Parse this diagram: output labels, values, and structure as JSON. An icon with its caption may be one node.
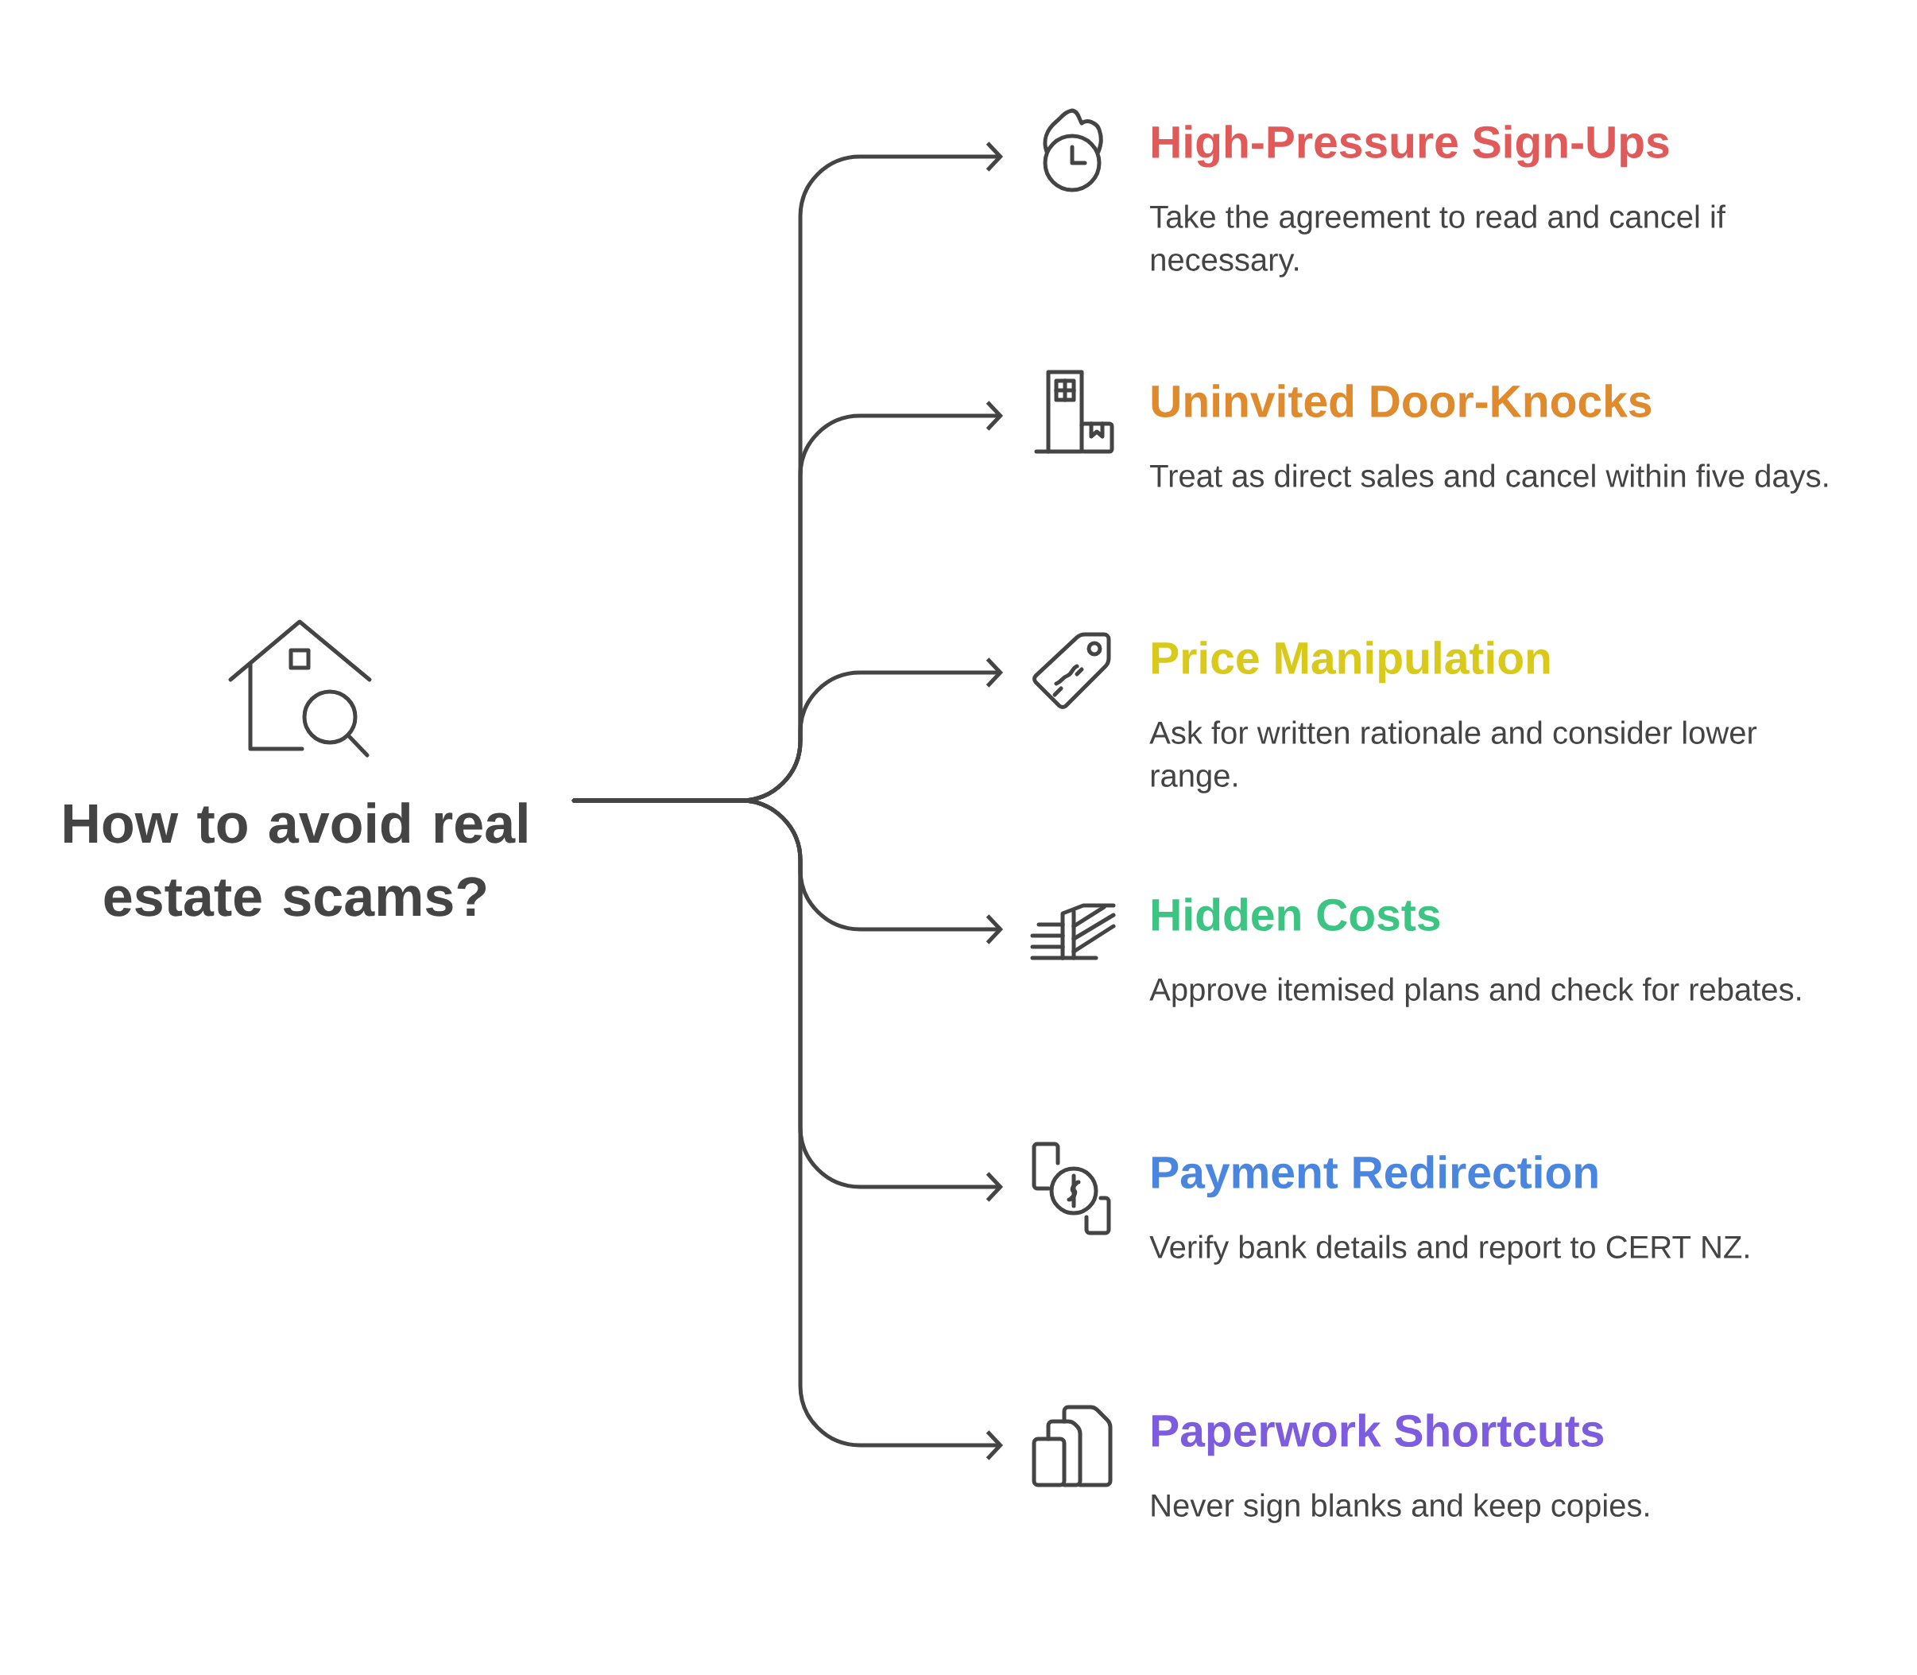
{
  "diagram": {
    "nodes": [
      {
        "text": [
          "How to avoid real estate scams?"
        ]
      },
      {
        "text": [
          "High-Pressure Sign-Ups",
          "Take the agreement to read and cancel if necessary."
        ]
      },
      {
        "text": [
          "Uninvited Door-Knocks",
          "Treat as direct sales and cancel within five days."
        ]
      },
      {
        "text": [
          "Price Manipulation",
          "Ask for written rationale and consider lower range."
        ]
      },
      {
        "text": [
          "Hidden Costs",
          "Approve itemised plans and check for rebates."
        ]
      },
      {
        "text": [
          "Payment Redirection",
          "Verify bank details and report to CERT NZ."
        ]
      },
      {
        "text": [
          "Paperwork Shortcuts",
          "Never sign blanks and keep copies."
        ]
      }
    ],
    "edges": [
      {
        "from": 0,
        "to": 1,
        "arrow": "to"
      },
      {
        "from": 0,
        "to": 2,
        "arrow": "to"
      },
      {
        "from": 0,
        "to": 3,
        "arrow": "to"
      },
      {
        "from": 0,
        "to": 4,
        "arrow": "to"
      },
      {
        "from": 0,
        "to": 5,
        "arrow": "to"
      },
      {
        "from": 0,
        "to": 6,
        "arrow": "to"
      }
    ]
  }
}
